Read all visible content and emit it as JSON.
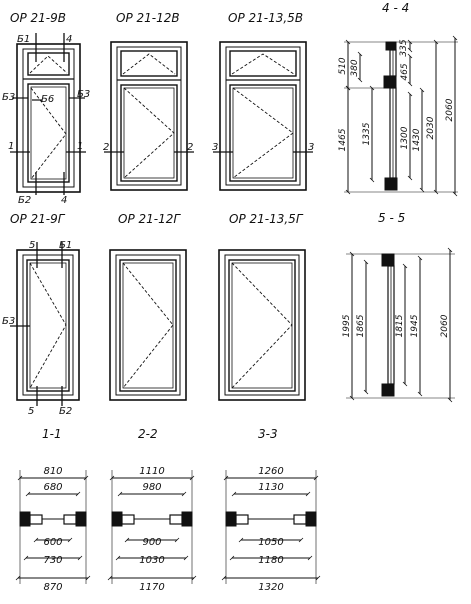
{
  "windows_top": [
    {
      "code": "ОР 21-9В"
    },
    {
      "code": "ОР 21-12В"
    },
    {
      "code": "ОР 21-13,5В"
    }
  ],
  "windows_bottom": [
    {
      "code": "ОР 21-9Г"
    },
    {
      "code": "ОР 21-12Г"
    },
    {
      "code": "ОР 21-13,5Г"
    }
  ],
  "callouts_top": {
    "b1": "Б1",
    "four_top": "4",
    "b3_left": "Б3",
    "b6": "Б6",
    "b3_right": "Б3",
    "one_left": "1",
    "one_right": "1",
    "b2": "Б2",
    "four_bottom": "4",
    "two_left": "2",
    "two_right": "2",
    "three_left": "3",
    "three_right": "3"
  },
  "callouts_bottom": {
    "five_top": "5",
    "b1": "Б1",
    "b3": "Б3",
    "five_bottom": "5",
    "b2": "Б2"
  },
  "section_44": {
    "title": "4 - 4",
    "dims": [
      "335",
      "510",
      "380",
      "465",
      "2060",
      "1465",
      "1335",
      "1300",
      "1430",
      "2030"
    ]
  },
  "section_55": {
    "title": "5 - 5",
    "dims": [
      "1995",
      "1865",
      "1815",
      "1945",
      "2060"
    ]
  },
  "plan_sections": [
    {
      "title": "1-1",
      "dims": [
        "810",
        "680",
        "600",
        "730",
        "870"
      ]
    },
    {
      "title": "2-2",
      "dims": [
        "1110",
        "980",
        "900",
        "1030",
        "1170"
      ]
    },
    {
      "title": "3-3",
      "dims": [
        "1260",
        "1130",
        "1050",
        "1180",
        "1320"
      ]
    }
  ]
}
